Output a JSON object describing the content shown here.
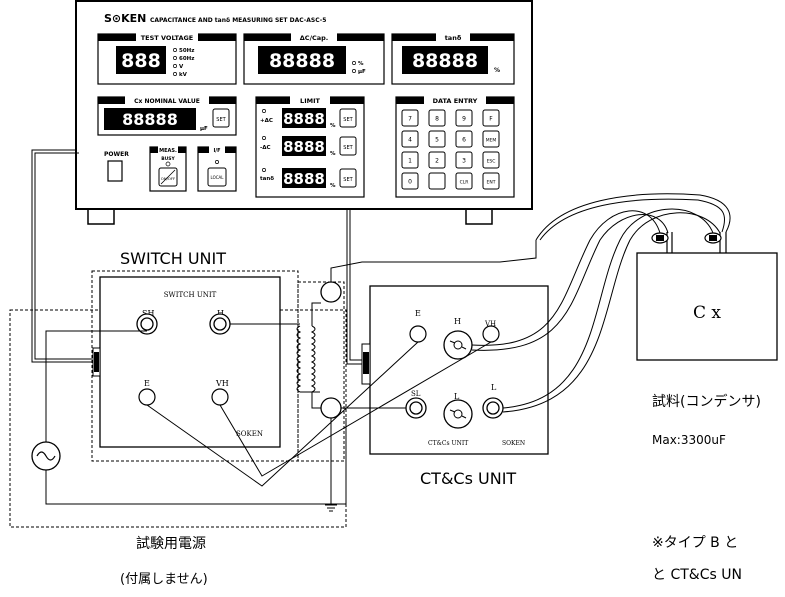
{
  "panel": {
    "brand": "S⊙KEN",
    "model_title": "CAPACITANCE AND tanδ MEASURING SET DAC-ASC-5",
    "test_voltage": {
      "title": "TEST VOLTAGE",
      "display": "888",
      "units": [
        "50Hz",
        "60Hz",
        "V",
        "kV"
      ]
    },
    "capacitance": {
      "title": "ΔC/Cap.",
      "display": "88888",
      "units": [
        "%",
        "μF"
      ]
    },
    "tan_delta": {
      "title": "tanδ",
      "display": "88888",
      "unit": "%"
    },
    "nominal": {
      "title": "Cx NOMINAL VALUE",
      "display": "88888",
      "unit": "μF",
      "set": "SET"
    },
    "limit": {
      "title": "LIMIT",
      "rows": [
        {
          "label": "+ΔC",
          "display": "8888",
          "unit": "%",
          "set": "SET"
        },
        {
          "label": "-ΔC",
          "display": "8888",
          "unit": "%",
          "set": "SET"
        },
        {
          "label": "tanδ",
          "display": "8888",
          "unit": "%",
          "set": "SET"
        }
      ]
    },
    "data_entry": {
      "title": "DATA ENTRY",
      "keys": [
        "7",
        "8",
        "9",
        "F",
        "4",
        "5",
        "6",
        "MEM",
        "1",
        "2",
        "3",
        "ESC",
        "0",
        "",
        "CLR",
        "ENT"
      ]
    },
    "power_label": "POWER",
    "meas": {
      "title": "MEAS.",
      "sub": "BUSY",
      "button": "ON/OFF"
    },
    "if": {
      "title": "I/F",
      "button": "LOCAL"
    }
  },
  "switch_unit": {
    "title": "SWITCH UNIT",
    "panel_label": "SWITCH UNIT",
    "terminals": {
      "sh": "SH",
      "h": "H",
      "e": "E",
      "vh": "VH"
    },
    "brand": "SOKEN"
  },
  "ct_unit": {
    "title": "CT&Cs  UNIT",
    "panel_label": "CT&Cs UNIT",
    "brand": "SOKEN",
    "terminals": {
      "e": "E",
      "vh": "VH",
      "h": "H",
      "sl": "SL",
      "l": "L"
    }
  },
  "sample": {
    "label": "C x",
    "caption": "試料(コンデンサ)",
    "max": "Max:3300uF"
  },
  "power_source": {
    "label": "試験用電源",
    "note": "(付属しません)"
  },
  "note": {
    "line1": "※タイプ B と",
    "line2": "と CT&Cs  UN"
  }
}
